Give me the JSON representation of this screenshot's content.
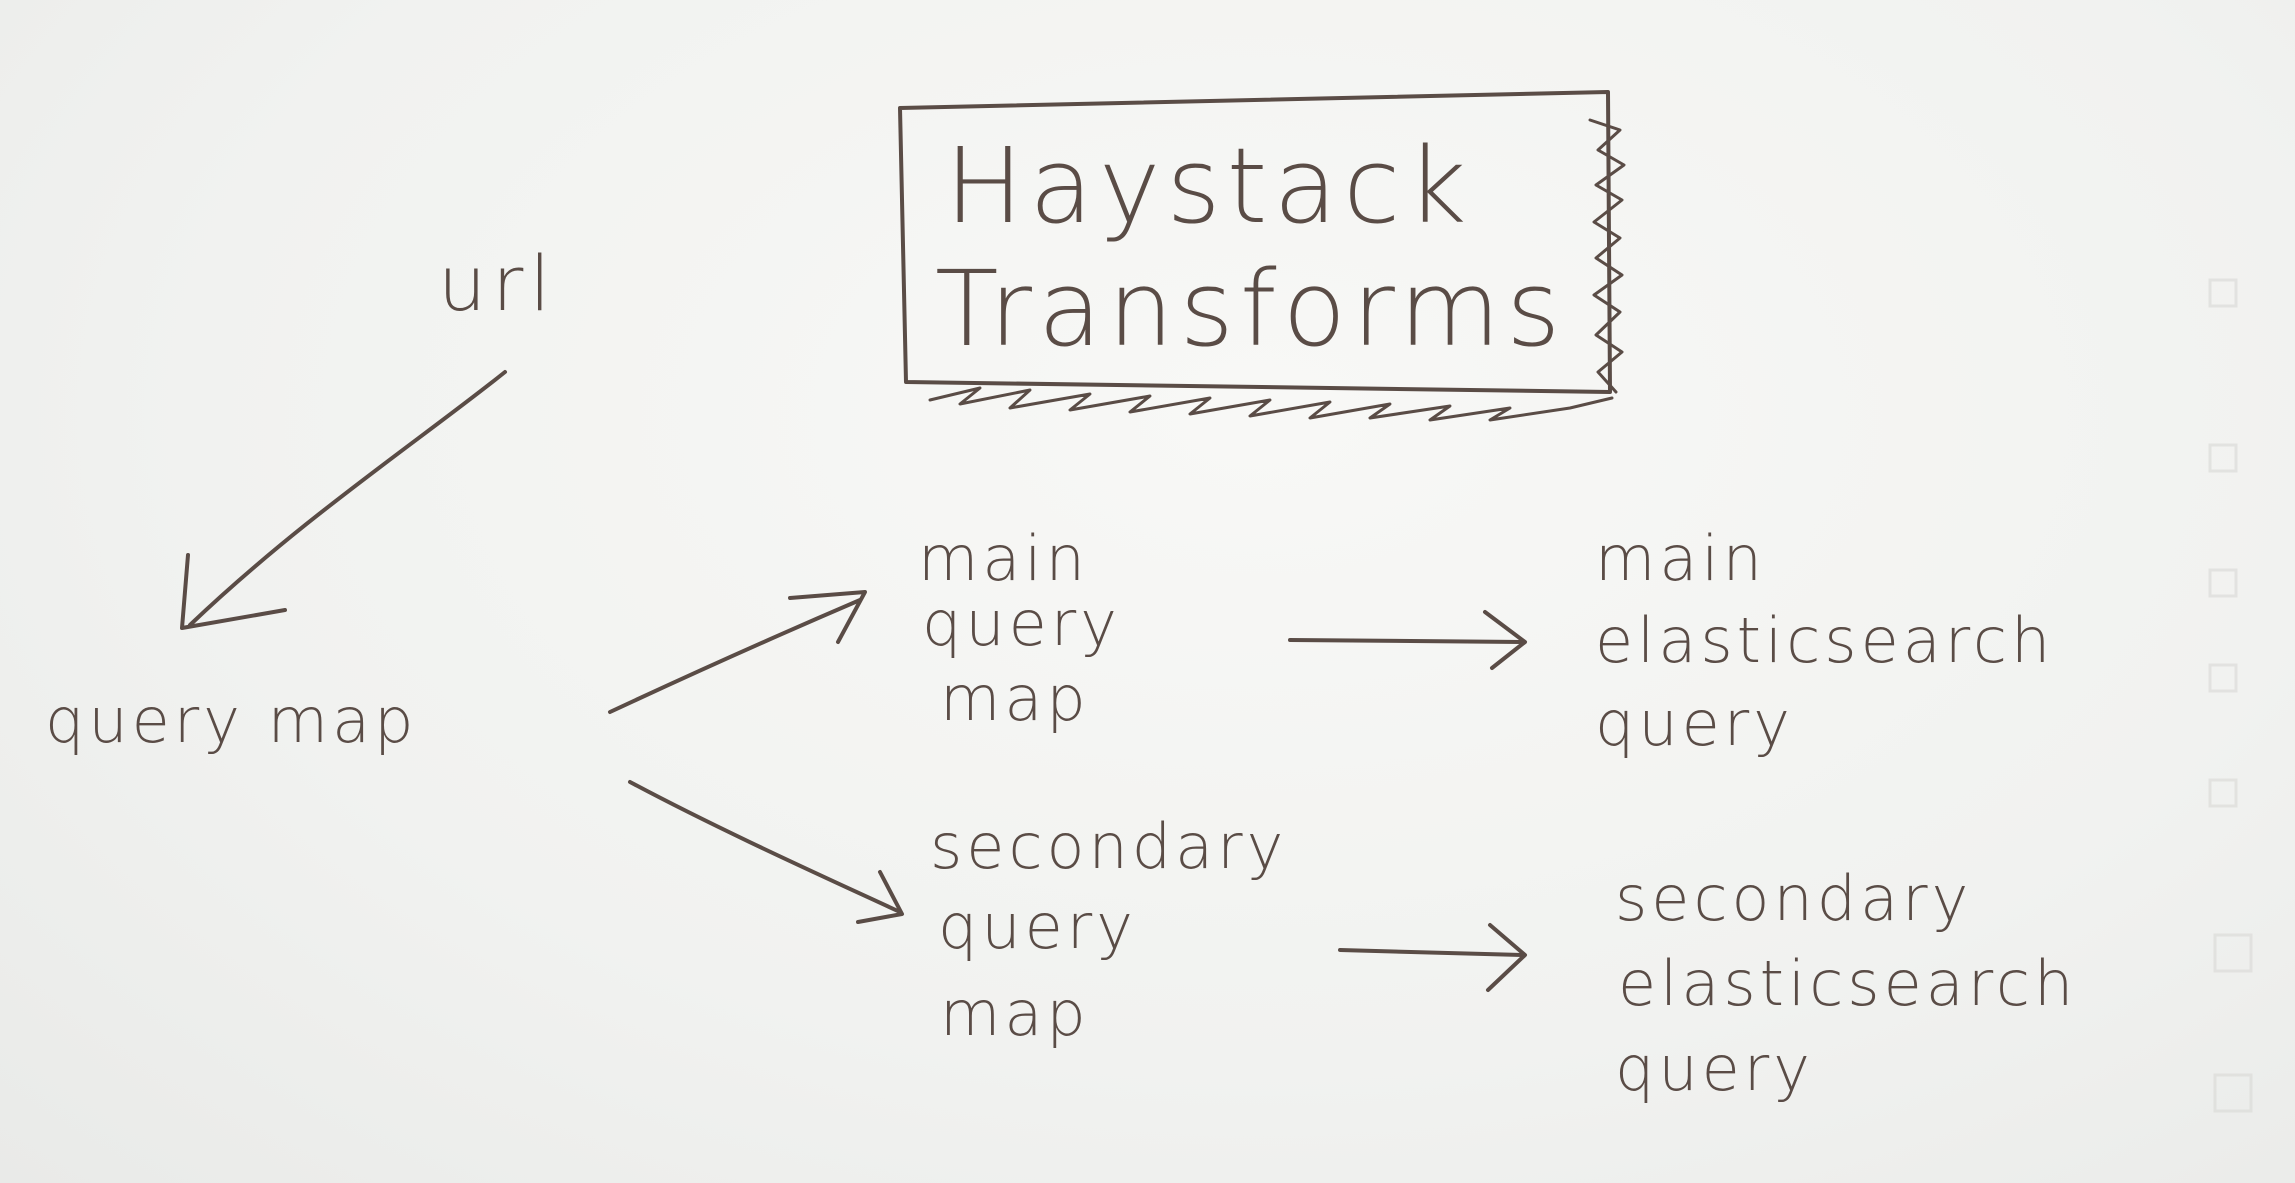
{
  "title": {
    "line1": "Haystack",
    "line2": "Transforms"
  },
  "nodes": {
    "url": "url",
    "query_map": "query map",
    "main_query_map": [
      "main",
      "query",
      "map"
    ],
    "secondary_query_map": [
      "secondary",
      "query",
      "map"
    ],
    "main_es_query": [
      "main",
      "elasticsearch",
      "query"
    ],
    "secondary_es_query": [
      "secondary",
      "elasticsearch",
      "query"
    ]
  },
  "colors": {
    "ink": "#5a4c46",
    "paper": "#f3f4f2"
  }
}
